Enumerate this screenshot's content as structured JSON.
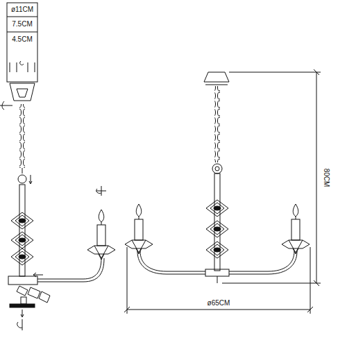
{
  "diagram": {
    "labels": [
      "ø11CM",
      "7.5CM",
      "4.5CM",
      "80CM",
      "ø65CM"
    ]
  }
}
